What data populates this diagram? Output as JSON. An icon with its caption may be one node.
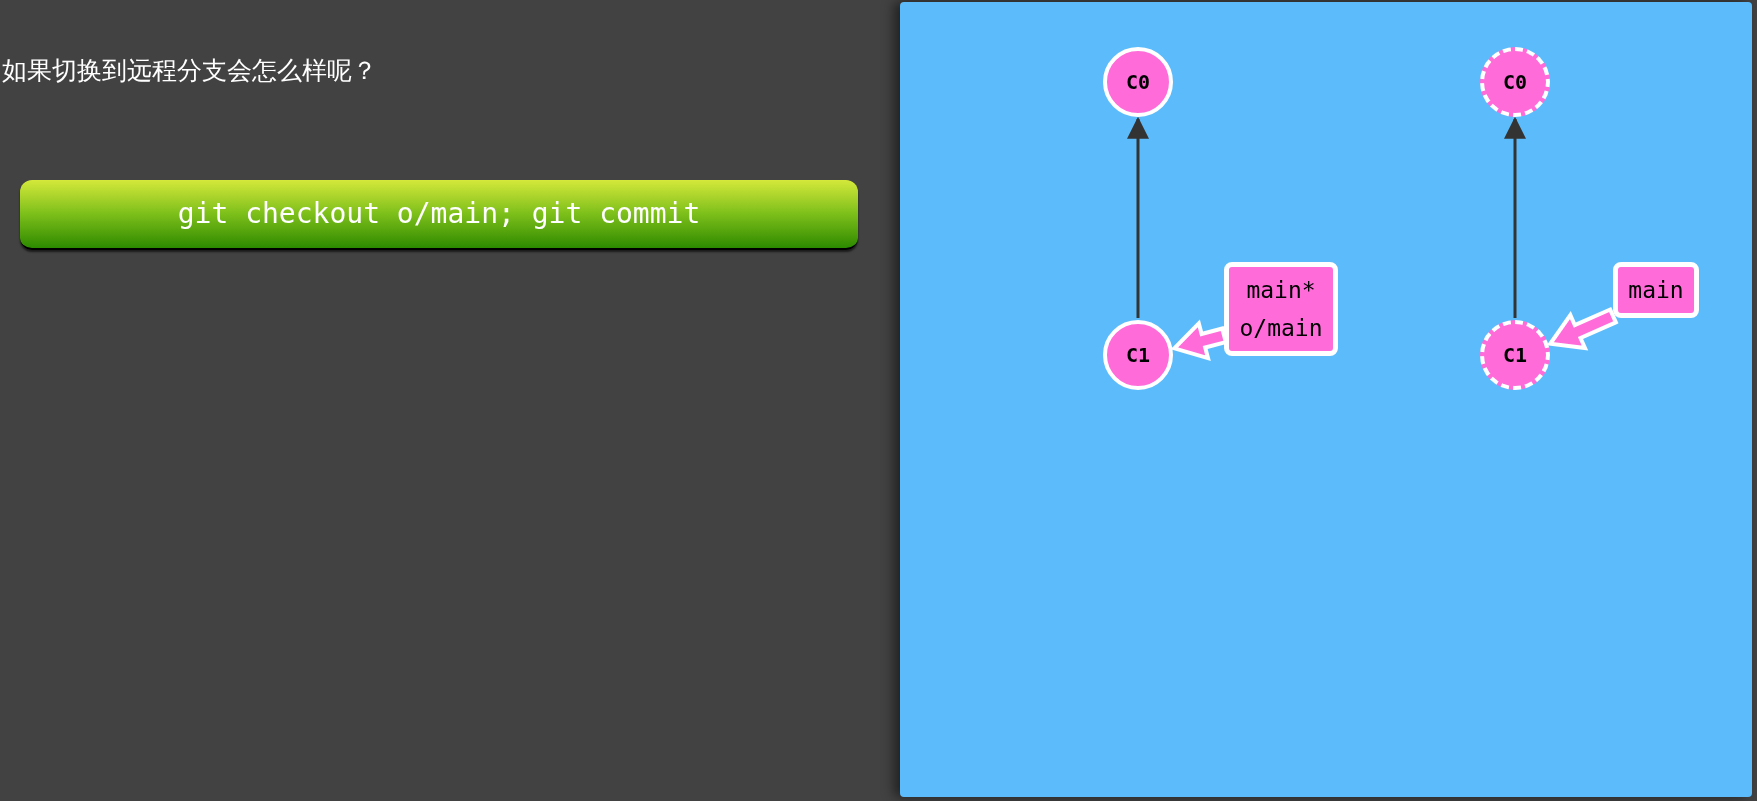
{
  "diagram": {
    "title": "如果切换到远程分支会怎么样呢？",
    "nodes": [
      {
        "text": [
          "git checkout o/main; git commit"
        ]
      },
      {
        "text": [
          "C0"
        ]
      },
      {
        "text": [
          "C1"
        ]
      },
      {
        "text": [
          "main*",
          "o/main"
        ]
      },
      {
        "text": [
          "C0"
        ]
      },
      {
        "text": [
          "C1"
        ]
      },
      {
        "text": [
          "main"
        ]
      }
    ],
    "edges": [
      {
        "from": 2,
        "to": 1,
        "arrow": "to"
      },
      {
        "from": 3,
        "to": 2,
        "arrow": "to",
        "style": "thick",
        "color": "#ff6bd9"
      },
      {
        "from": 5,
        "to": 4,
        "arrow": "to"
      },
      {
        "from": 6,
        "to": 5,
        "arrow": "to",
        "style": "thick",
        "color": "#ff6bd9"
      }
    ]
  }
}
